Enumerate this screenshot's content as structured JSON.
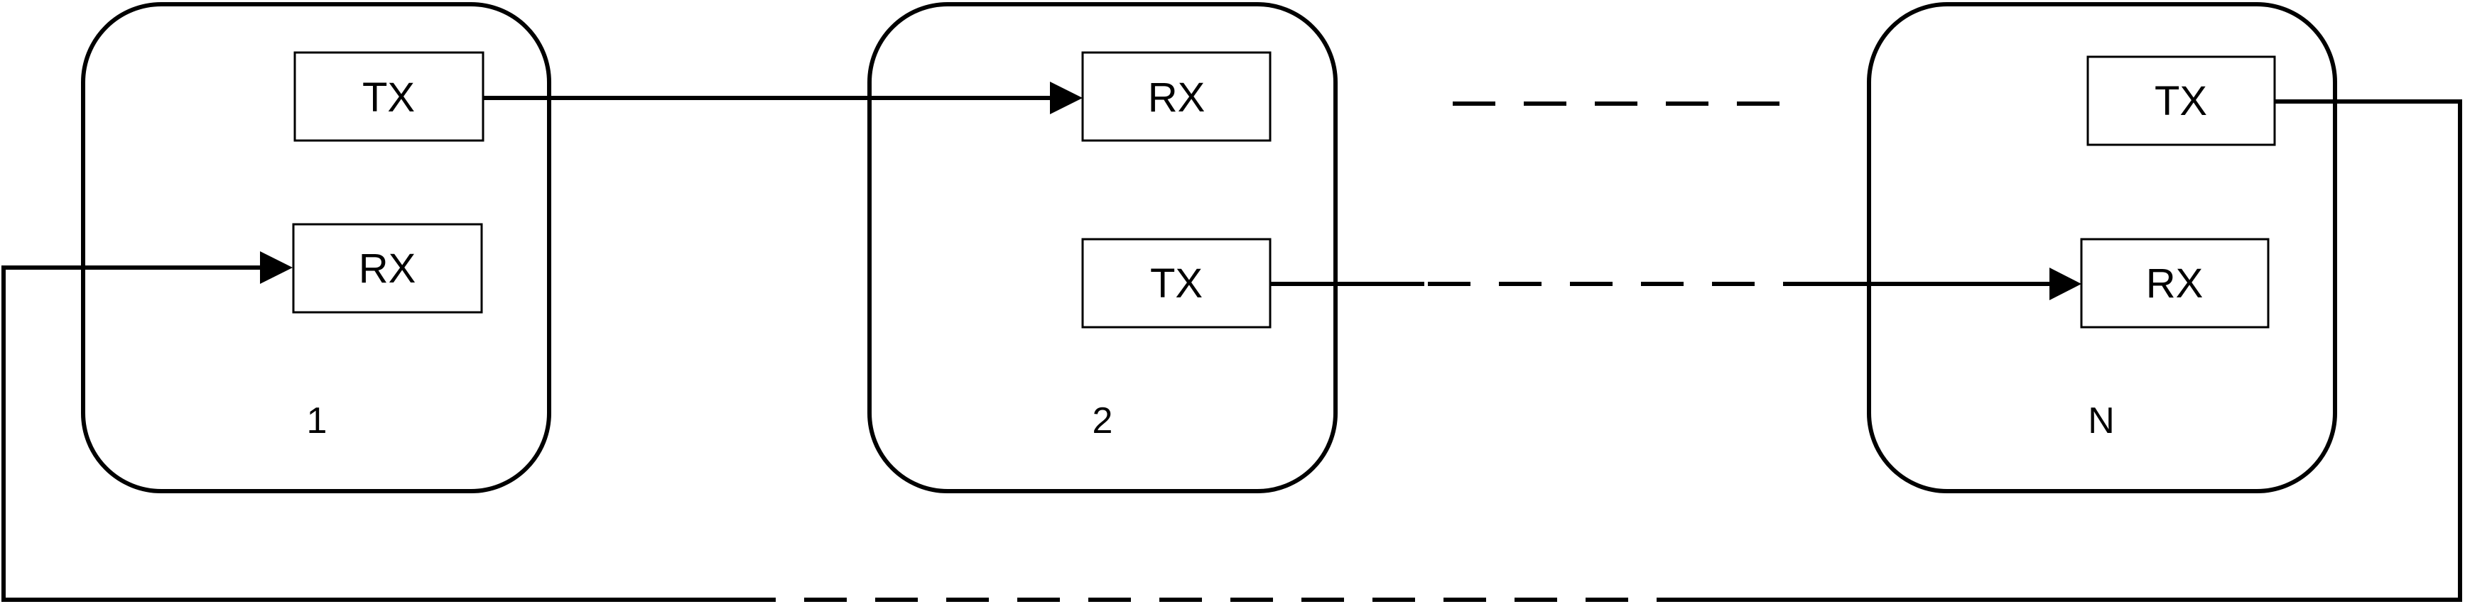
{
  "nodes": [
    {
      "label": "1",
      "ports": {
        "tx": "TX",
        "rx": "RX"
      }
    },
    {
      "label": "2",
      "ports": {
        "rx": "RX",
        "tx": "TX"
      }
    },
    {
      "label": "N",
      "ports": {
        "tx": "TX",
        "rx": "RX"
      }
    }
  ]
}
